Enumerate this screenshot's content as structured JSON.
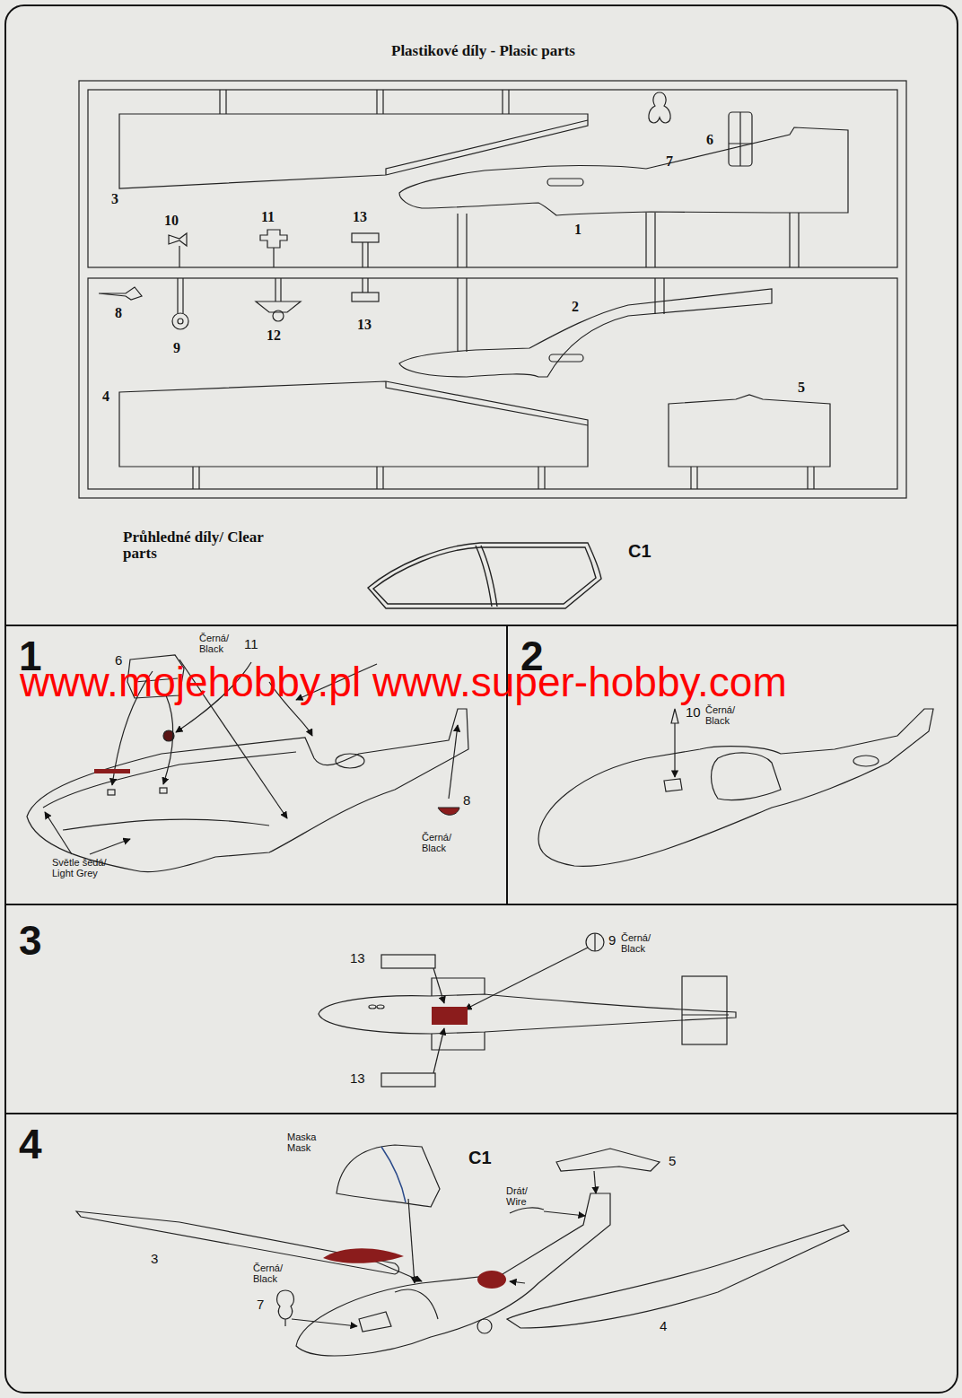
{
  "diagram": {
    "nodes": [
      {
        "text": [
          "Plastikové díly - Plasic parts"
        ]
      },
      {
        "text": [
          "1"
        ]
      },
      {
        "text": [
          "2"
        ]
      },
      {
        "text": [
          "3"
        ]
      },
      {
        "text": [
          "4"
        ]
      }
    ],
    "labels": [
      "3",
      "10",
      "11",
      "13",
      "7",
      "6",
      "1",
      "8",
      "9",
      "12",
      "13",
      "2",
      "4",
      "5",
      "Průhledné díly/ Clear parts",
      "C1",
      "6",
      "Černá/ Black",
      "11",
      "Světle šedá/ Light Grey",
      "8",
      "Černá/ Black",
      "10",
      "Černá/ Black",
      "13",
      "9",
      "Černá/ Black",
      "13",
      "Maska Mask",
      "C1",
      "5",
      "Drát/ Wire",
      "3",
      "Černá/ Black",
      "7",
      "4",
      "www.mojehobby.pl www.super-hobby.com"
    ]
  }
}
